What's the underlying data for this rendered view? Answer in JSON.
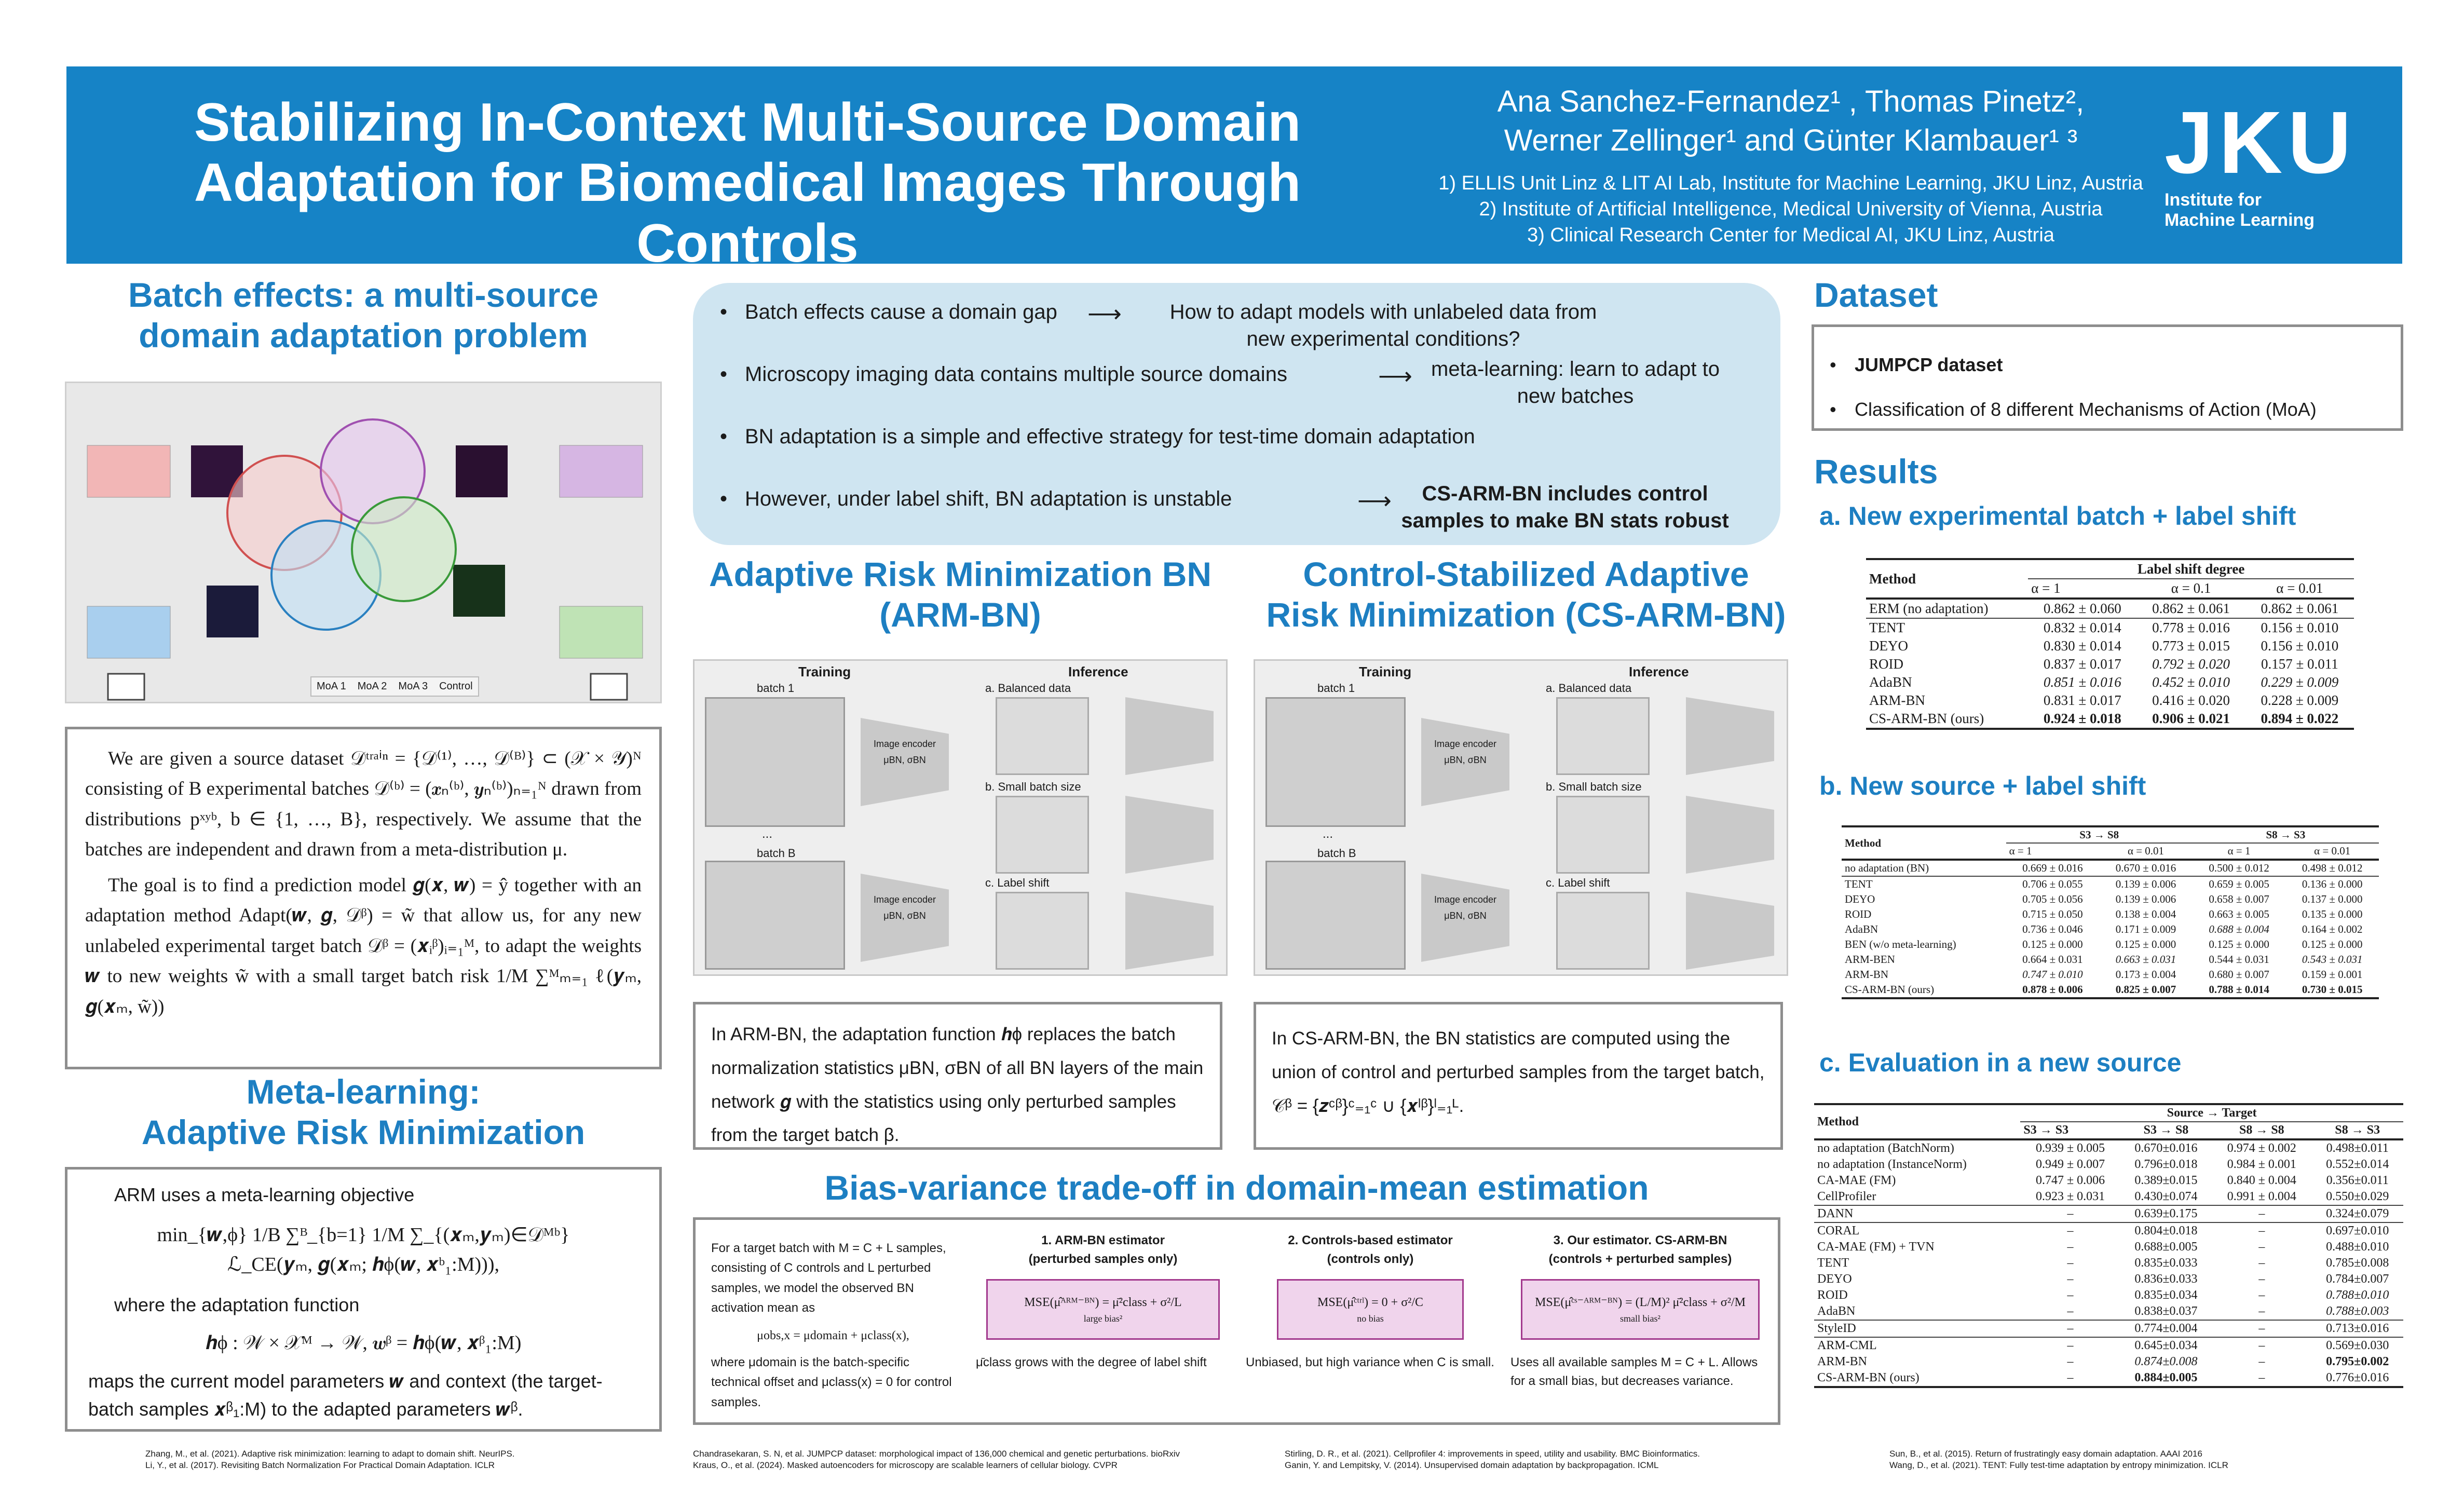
{
  "header": {
    "title_line1": "Stabilizing In-Context Multi-Source Domain",
    "title_line2": "Adaptation for Biomedical Images Through Controls",
    "authors_line1": "Ana Sanchez-Fernandez¹ , Thomas Pinetz²,",
    "authors_line2": "Werner Zellinger¹ and  Günter Klambauer¹ ³",
    "affil1": "1) ELLIS Unit Linz & LIT AI Lab, Institute for Machine Learning, JKU Linz, Austria",
    "affil2": "2) Institute of Artificial Intelligence, Medical University of Vienna, Austria",
    "affil3": "3) Clinical Research Center for Medical AI, JKU Linz, Austria",
    "logo_text": "JKU",
    "logo_sub1": "Institute for",
    "logo_sub2": "Machine Learning",
    "bg": "#1683c6"
  },
  "col1": {
    "title1_l1": "Batch effects: a multi-source",
    "title1_l2": "domain adaptation problem",
    "fig_legend": [
      "MoA 1",
      "MoA 2",
      "MoA 3",
      "Control"
    ],
    "p1": "We are given a source dataset 𝒟ᵗʳᵃⁱⁿ = {𝒟⁽¹⁾, …, 𝒟⁽ᴮ⁾} ⊂ (𝒳 × 𝒴)ᴺ consisting of B experimental batches 𝒟⁽ᵇ⁾ = (𝒙ₙ⁽ᵇ⁾, 𝒚ₙ⁽ᵇ⁾)ₙ₌₁ᴺ drawn from distributions pˣʸᵇ, b ∈ {1, …, B}, respectively.  We assume that the batches are independent and drawn from a meta-distribution μ.",
    "p2": "The goal is to find a prediction model 𝒈(𝒙, 𝒘) = ŷ together with an adaptation method Adapt(𝒘, 𝒈, 𝒟ᵝ) = w̃ that allow us, for any new unlabeled experimental target batch 𝒟ᵝ = (𝒙ᵢᵝ)ᵢ₌₁ᴹ, to adapt the weights 𝒘 to new weights w̃ with a small target batch risk 1/M ∑ᴹₘ₌₁ ℓ(𝒚ₘ, 𝒈(𝒙ₘ, w̃))",
    "title2_l1": "Meta-learning:",
    "title2_l2": "Adaptive Risk Minimization",
    "arm_intro": "ARM uses a meta-learning objective",
    "arm_obj": "min_{𝒘,ϕ} 1/B ∑ᴮ_{b=1} 1/M ∑_{(𝒙ₘ,𝒚ₘ)∈𝒟ᴹᵇ} ℒ_CE(𝒚ₘ, 𝒈(𝒙ₘ; 𝒉ϕ(𝒘, 𝒙ᵇ₁:M))),",
    "arm_where": "where the adaptation function",
    "arm_h": "𝒉ϕ : 𝒲 × 𝒳ᴹ → 𝒲,        𝒘ᵝ = 𝒉ϕ(𝒘, 𝒙ᵝ₁:M)",
    "arm_maps": "maps the current model parameters 𝒘 and context (the target-batch samples 𝒙ᵝ₁:M) to the adapted parameters 𝒘ᵝ.",
    "refs": "Zhang, M., et al. (2021). Adaptive risk minimization: learning to adapt to domain shift. NeurIPS.\nLi, Y., et al. (2017). Revisiting Batch Normalization For Practical Domain Adaptation. ICLR"
  },
  "col2": {
    "bullets": [
      "Batch effects cause a domain gap",
      "Microscopy imaging data contains multiple source domains",
      "BN adaptation is a simple and effective strategy for test-time domain adaptation",
      "However, under label shift, BN adaptation is unstable"
    ],
    "arrows": [
      "How to adapt models with unlabeled data from new experimental conditions?",
      "meta-learning: learn to adapt to new batches",
      "",
      "CS-ARM-BN includes control samples to make BN stats robust"
    ],
    "armbn_l1": "Adaptive Risk Minimization BN",
    "armbn_l2": "(ARM-BN)",
    "csarm_l1": "Control-Stabilized Adaptive",
    "csarm_l2": "Risk Minimization (CS-ARM-BN)",
    "fig": {
      "training": "Training",
      "inference": "Inference",
      "batch1": "batch 1",
      "dots": "...",
      "batchB": "batch B",
      "a": "a. Balanced data",
      "b": "b. Small batch size",
      "c": "c. Label shift",
      "encoder": "Image encoder",
      "stats": "μBN, σBN"
    },
    "armbn_text": "In ARM-BN, the adaptation function 𝒉ϕ replaces the batch normalization statistics μBN, σBN of all BN layers of the main network 𝒈 with the statistics using only perturbed samples from the target batch β.",
    "csarm_text": "In CS-ARM-BN, the BN statistics are computed using the union of control and perturbed samples from the target batch, 𝒞ᵝ = {𝒛ᶜᵝ}ᶜ₌₁ᶜ ∪ {𝒙ˡᵝ}ˡ₌₁ᴸ.",
    "bias_title": "Bias-variance trade-off in domain-mean estimation",
    "bias_intro": "For a target batch with M = C + L samples, consisting of C controls and L perturbed samples, we model the observed BN activation mean as",
    "bias_eq": "μobs,x = μdomain + μclass(x),",
    "bias_where": "where μdomain is the batch-specific technical offset and μclass(x) = 0 for control samples.",
    "est1_title": "1. ARM-BN estimator",
    "est1_sub": "(perturbed samples only)",
    "est1_formula": "MSE(μ̂ᴬᴿᴹ⁻ᴮᴺ) = μ̄²class + σ²/L",
    "est1_brace": "large bias²",
    "est1_note": "μ̄class grows with the degree of label shift",
    "est2_title": "2. Controls-based estimator",
    "est2_sub": "(controls only)",
    "est2_formula": "MSE(μ̂ᶜᵗʳˡ) = 0 + σ²/C",
    "est2_brace": "no bias",
    "est2_note": "Unbiased, but high variance when C is small.",
    "est3_title": "3. Our estimator.  CS-ARM-BN",
    "est3_sub": "(controls + perturbed samples)",
    "est3_formula": "MSE(μ̂ᶜˢ⁻ᴬᴿᴹ⁻ᴮᴺ) = (L/M)² μ̄²class + σ²/M",
    "est3_brace": "small bias²",
    "est3_note": "Uses all available samples M = C + L. Allows for a small bias, but decreases variance.",
    "refs1": "Chandrasekaran, S. N, et al. JUMPCP dataset: morphological impact of 136,000 chemical and genetic perturbations. bioRxiv\nKraus, O., et al. (2024). Masked autoencoders for microscopy are scalable learners of cellular biology. CVPR",
    "refs2": "Stirling, D. R., et al. (2021). Cellprofiler 4: improvements in speed, utility and usability. BMC Bioinformatics.\nGanin, Y. and Lempitsky, V. (2014). Unsupervised domain adaptation by backpropagation. ICML"
  },
  "col3": {
    "dataset_title": "Dataset",
    "dataset_items": [
      "JUMPCP dataset",
      "Classification of 8 different Mechanisms of Action (MoA)"
    ],
    "results_title": "Results",
    "ta_title": "a. New experimental batch + label shift",
    "ta_head_method": "Method",
    "ta_head_group": "Label shift degree",
    "ta_cols": [
      "α = 1",
      "α = 0.1",
      "α = 0.01"
    ],
    "ta_rows": [
      [
        "ERM (no adaptation)",
        "0.862 ± 0.060",
        "0.862 ± 0.061",
        "0.862 ± 0.061"
      ],
      [
        "TENT",
        "0.832 ± 0.014",
        "0.778 ± 0.016",
        "0.156 ± 0.010"
      ],
      [
        "DEYO",
        "0.830 ± 0.014",
        "0.773 ± 0.015",
        "0.156 ± 0.010"
      ],
      [
        "ROID",
        "0.837 ± 0.017",
        "0.792 ± 0.020",
        "0.157 ± 0.011"
      ],
      [
        "AdaBN",
        "0.851 ± 0.016",
        "0.452 ± 0.010",
        "0.229 ± 0.009"
      ],
      [
        "ARM-BN",
        "0.831 ± 0.017",
        "0.416 ± 0.020",
        "0.228 ± 0.009"
      ],
      [
        "CS-ARM-BN (ours)",
        "0.924 ± 0.018",
        "0.906 ± 0.021",
        "0.894 ± 0.022"
      ]
    ],
    "tb_title": "b. New source + label shift",
    "tb_head_method": "Method",
    "tb_groups": [
      "S3 → S8",
      "S8 → S3"
    ],
    "tb_cols": [
      "α = 1",
      "α = 0.01",
      "α = 1",
      "α = 0.01"
    ],
    "tb_rows": [
      [
        "no adaptation (BN)",
        "0.669 ± 0.016",
        "0.670 ± 0.016",
        "0.500 ± 0.012",
        "0.498 ± 0.012"
      ],
      [
        "TENT",
        "0.706 ± 0.055",
        "0.139 ± 0.006",
        "0.659 ± 0.005",
        "0.136 ± 0.000"
      ],
      [
        "DEYO",
        "0.705 ± 0.056",
        "0.139 ± 0.006",
        "0.658 ± 0.007",
        "0.137 ± 0.000"
      ],
      [
        "ROID",
        "0.715 ± 0.050",
        "0.138 ± 0.004",
        "0.663 ± 0.005",
        "0.135 ± 0.000"
      ],
      [
        "AdaBN",
        "0.736 ± 0.046",
        "0.171 ± 0.009",
        "0.688 ± 0.004",
        "0.164 ± 0.002"
      ],
      [
        "BEN (w/o meta-learning)",
        "0.125 ± 0.000",
        "0.125 ± 0.000",
        "0.125 ± 0.000",
        "0.125 ± 0.000"
      ],
      [
        "ARM-BEN",
        "0.664 ± 0.031",
        "0.663 ± 0.031",
        "0.544 ± 0.031",
        "0.543 ± 0.031"
      ],
      [
        "ARM-BN",
        "0.747 ± 0.010",
        "0.173 ± 0.004",
        "0.680 ± 0.007",
        "0.159 ± 0.001"
      ],
      [
        "CS-ARM-BN (ours)",
        "0.878 ± 0.006",
        "0.825 ± 0.007",
        "0.788 ± 0.014",
        "0.730 ± 0.015"
      ]
    ],
    "tc_title": "c. Evaluation in a new source",
    "tc_head_method": "Method",
    "tc_group": "Source → Target",
    "tc_cols": [
      "S3 → S3",
      "S3 → S8",
      "S8 → S8",
      "S8 → S3"
    ],
    "tc_rows": [
      [
        "no adaptation (BatchNorm)",
        "0.939 ± 0.005",
        "0.670±0.016",
        "0.974 ± 0.002",
        "0.498±0.011"
      ],
      [
        "no adaptation (InstanceNorm)",
        "0.949 ± 0.007",
        "0.796±0.018",
        "0.984 ± 0.001",
        "0.552±0.014"
      ],
      [
        "CA-MAE (FM)",
        "0.747 ± 0.006",
        "0.389±0.015",
        "0.840 ± 0.004",
        "0.356±0.011"
      ],
      [
        "CellProfiler",
        "0.923 ± 0.031",
        "0.430±0.074",
        "0.991 ± 0.004",
        "0.550±0.029"
      ],
      [
        "DANN",
        "–",
        "0.639±0.175",
        "–",
        "0.324±0.079"
      ],
      [
        "CORAL",
        "–",
        "0.804±0.018",
        "–",
        "0.697±0.010"
      ],
      [
        "CA-MAE (FM) + TVN",
        "–",
        "0.688±0.005",
        "–",
        "0.488±0.010"
      ],
      [
        "TENT",
        "–",
        "0.835±0.033",
        "–",
        "0.785±0.008"
      ],
      [
        "DEYO",
        "–",
        "0.836±0.033",
        "–",
        "0.784±0.007"
      ],
      [
        "ROID",
        "–",
        "0.835±0.034",
        "–",
        "0.788±0.010"
      ],
      [
        "AdaBN",
        "–",
        "0.838±0.037",
        "–",
        "0.788±0.003"
      ],
      [
        "StyleID",
        "–",
        "0.774±0.004",
        "–",
        "0.713±0.016"
      ],
      [
        "ARM-CML",
        "–",
        "0.645±0.034",
        "–",
        "0.569±0.030"
      ],
      [
        "ARM-BN",
        "–",
        "0.874±0.008",
        "–",
        "0.795±0.002"
      ],
      [
        "CS-ARM-BN (ours)",
        "–",
        "0.884±0.005",
        "–",
        "0.776±0.016"
      ]
    ],
    "refs": "Sun, B., et al. (2015). Return of frustratingly easy domain adaptation. AAAI 2016\nWang, D., et al. (2021). TENT: Fully test-time adaptation by entropy minimization. ICLR"
  }
}
